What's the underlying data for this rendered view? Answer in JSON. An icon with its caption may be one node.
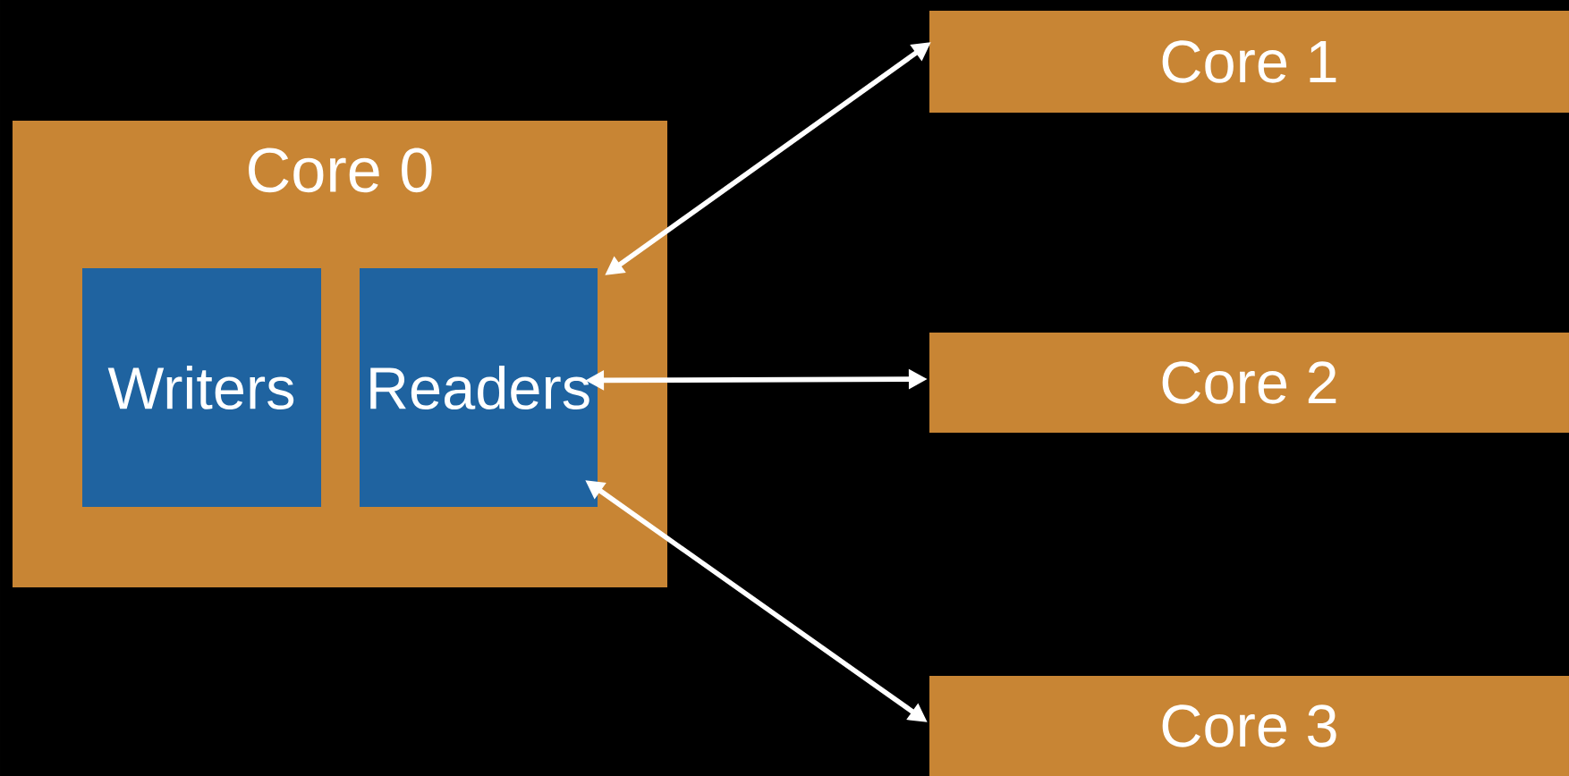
{
  "diagram": {
    "nodes": [
      {
        "text": [
          "Core 0"
        ]
      },
      {
        "text": [
          "Writers"
        ],
        "in": 0
      },
      {
        "text": [
          "Readers"
        ],
        "in": 0
      },
      {
        "text": [
          "Core 1"
        ]
      },
      {
        "text": [
          "Core 2"
        ]
      },
      {
        "text": [
          "Core 3"
        ]
      }
    ],
    "edges": [
      {
        "from": 2,
        "to": 3,
        "arrow": "both"
      },
      {
        "from": 2,
        "to": 4,
        "arrow": "both"
      },
      {
        "from": 2,
        "to": 5,
        "arrow": "both"
      }
    ]
  }
}
